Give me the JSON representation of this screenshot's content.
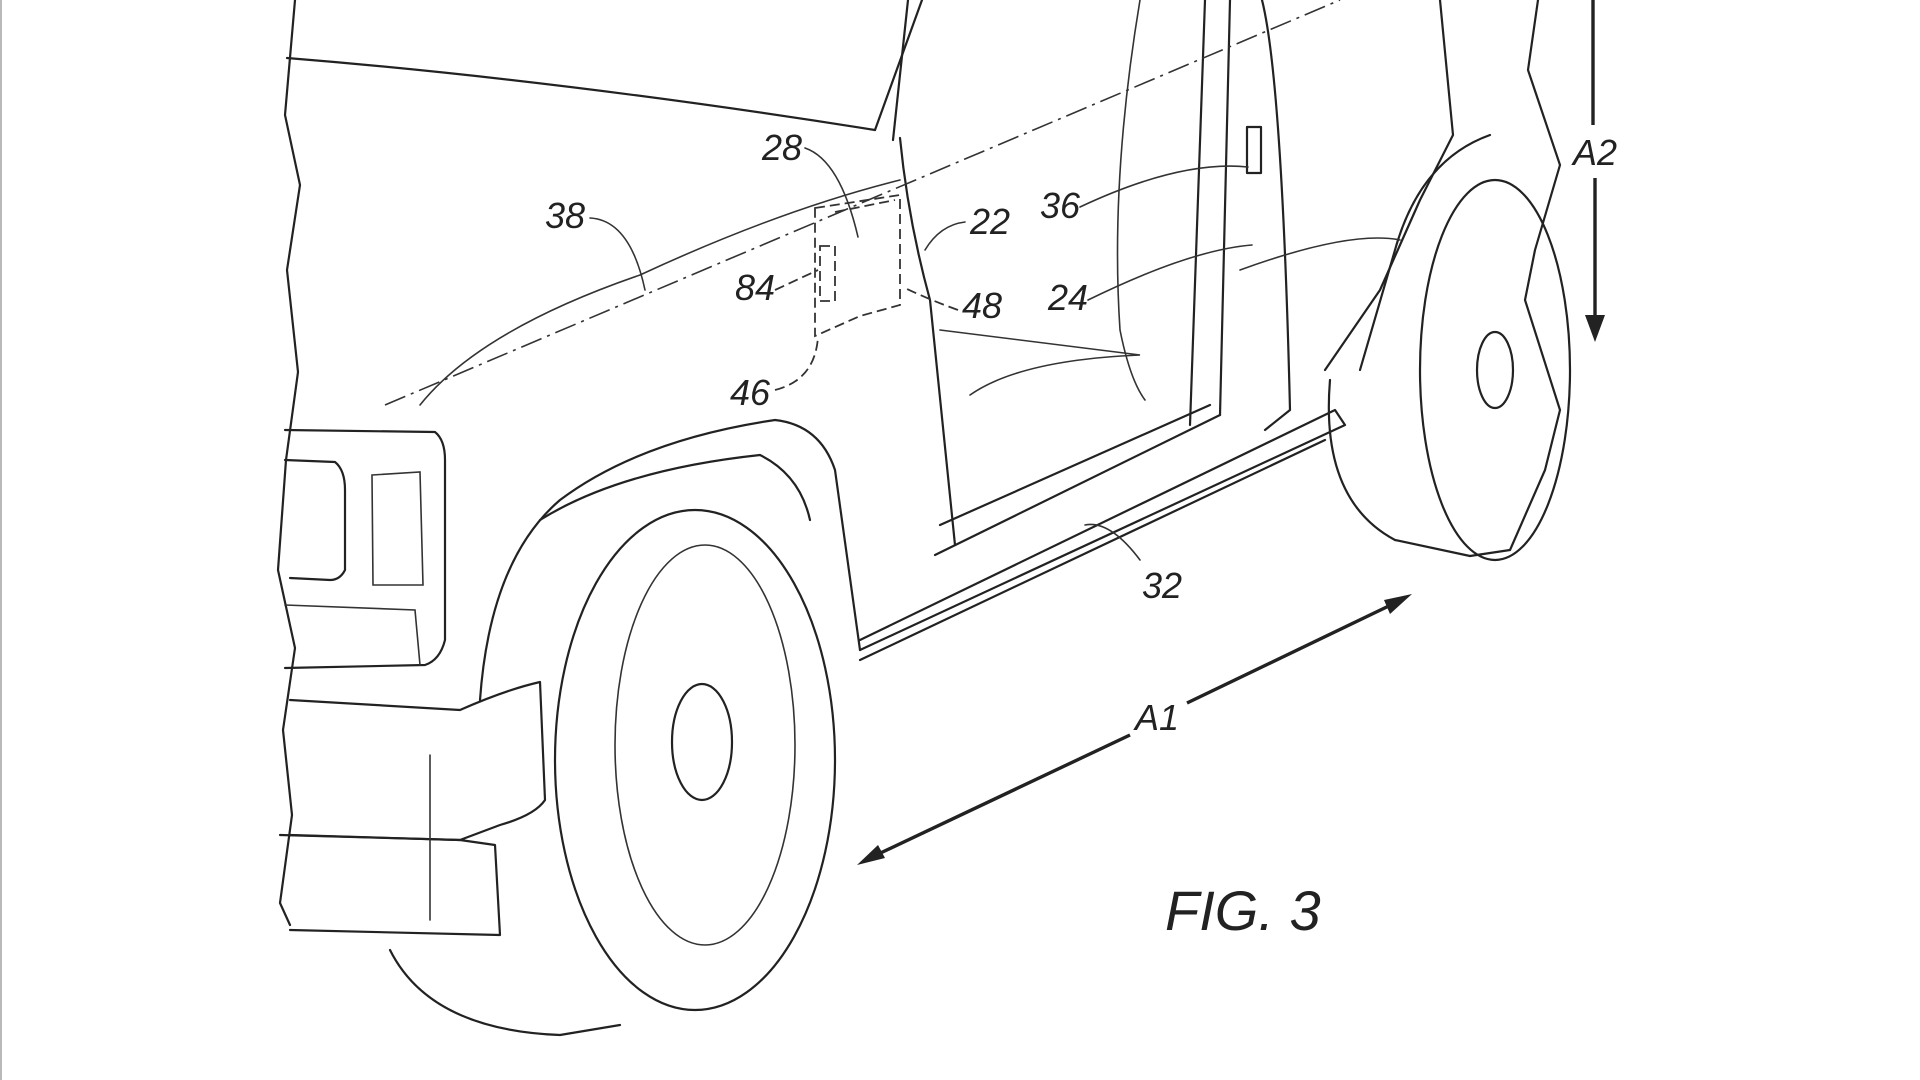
{
  "figure": {
    "title": "FIG. 3",
    "reference_numerals": [
      "28",
      "38",
      "22",
      "84",
      "48",
      "36",
      "24",
      "46",
      "32"
    ],
    "labels": {
      "n28": "28",
      "n38": "38",
      "n22": "22",
      "n84": "84",
      "n48": "48",
      "n36": "36",
      "n24": "24",
      "n46": "46",
      "n32": "32"
    },
    "axes": {
      "a1": "A1",
      "a2": "A2"
    }
  }
}
